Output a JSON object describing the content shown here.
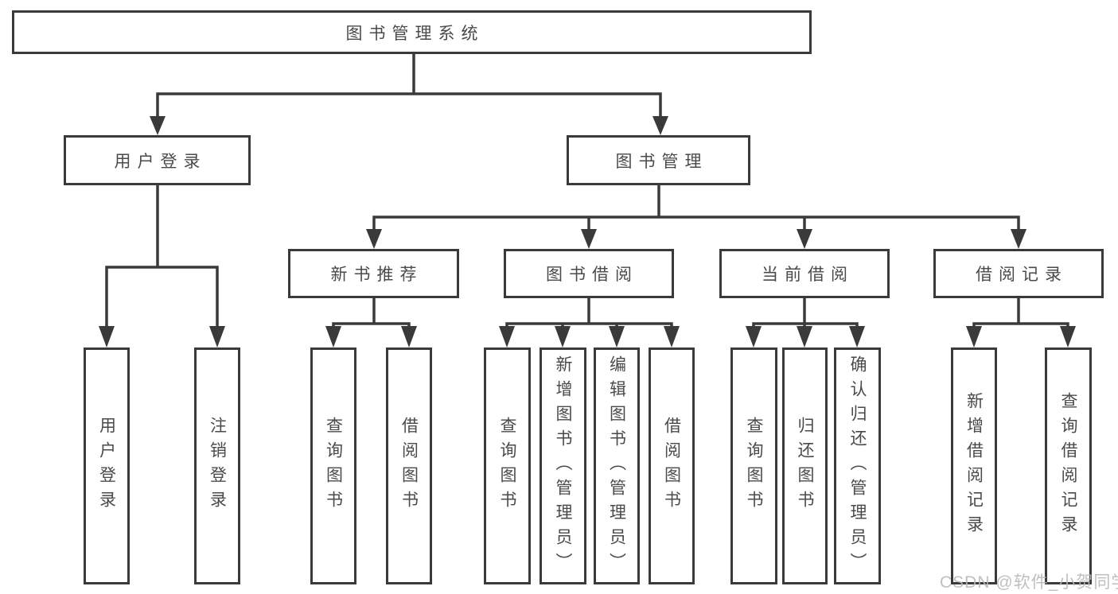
{
  "diagram": {
    "root": "图书管理系统",
    "user_login": {
      "label": "用户登录",
      "children": [
        "用户登录",
        "注销登录"
      ]
    },
    "book_management": {
      "label": "图书管理",
      "sections": [
        {
          "label": "新书推荐",
          "children": [
            "查询图书",
            "借阅图书"
          ]
        },
        {
          "label": "图书借阅",
          "children": [
            "查询图书",
            "新增图书（管理员）",
            "编辑图书（管理员）",
            "借阅图书"
          ]
        },
        {
          "label": "当前借阅",
          "children": [
            "查询图书",
            "归还图书",
            "确认归还（管理员）"
          ]
        },
        {
          "label": "借阅记录",
          "children": [
            "新增借阅记录",
            "查询借阅记录"
          ]
        }
      ]
    }
  },
  "watermark": "CSDN @软件_小贺同学",
  "colors": {
    "line": "#3a3a3a",
    "text": "#4a4a4a",
    "watermark": "#b9b9b9",
    "background": "#ffffff"
  }
}
